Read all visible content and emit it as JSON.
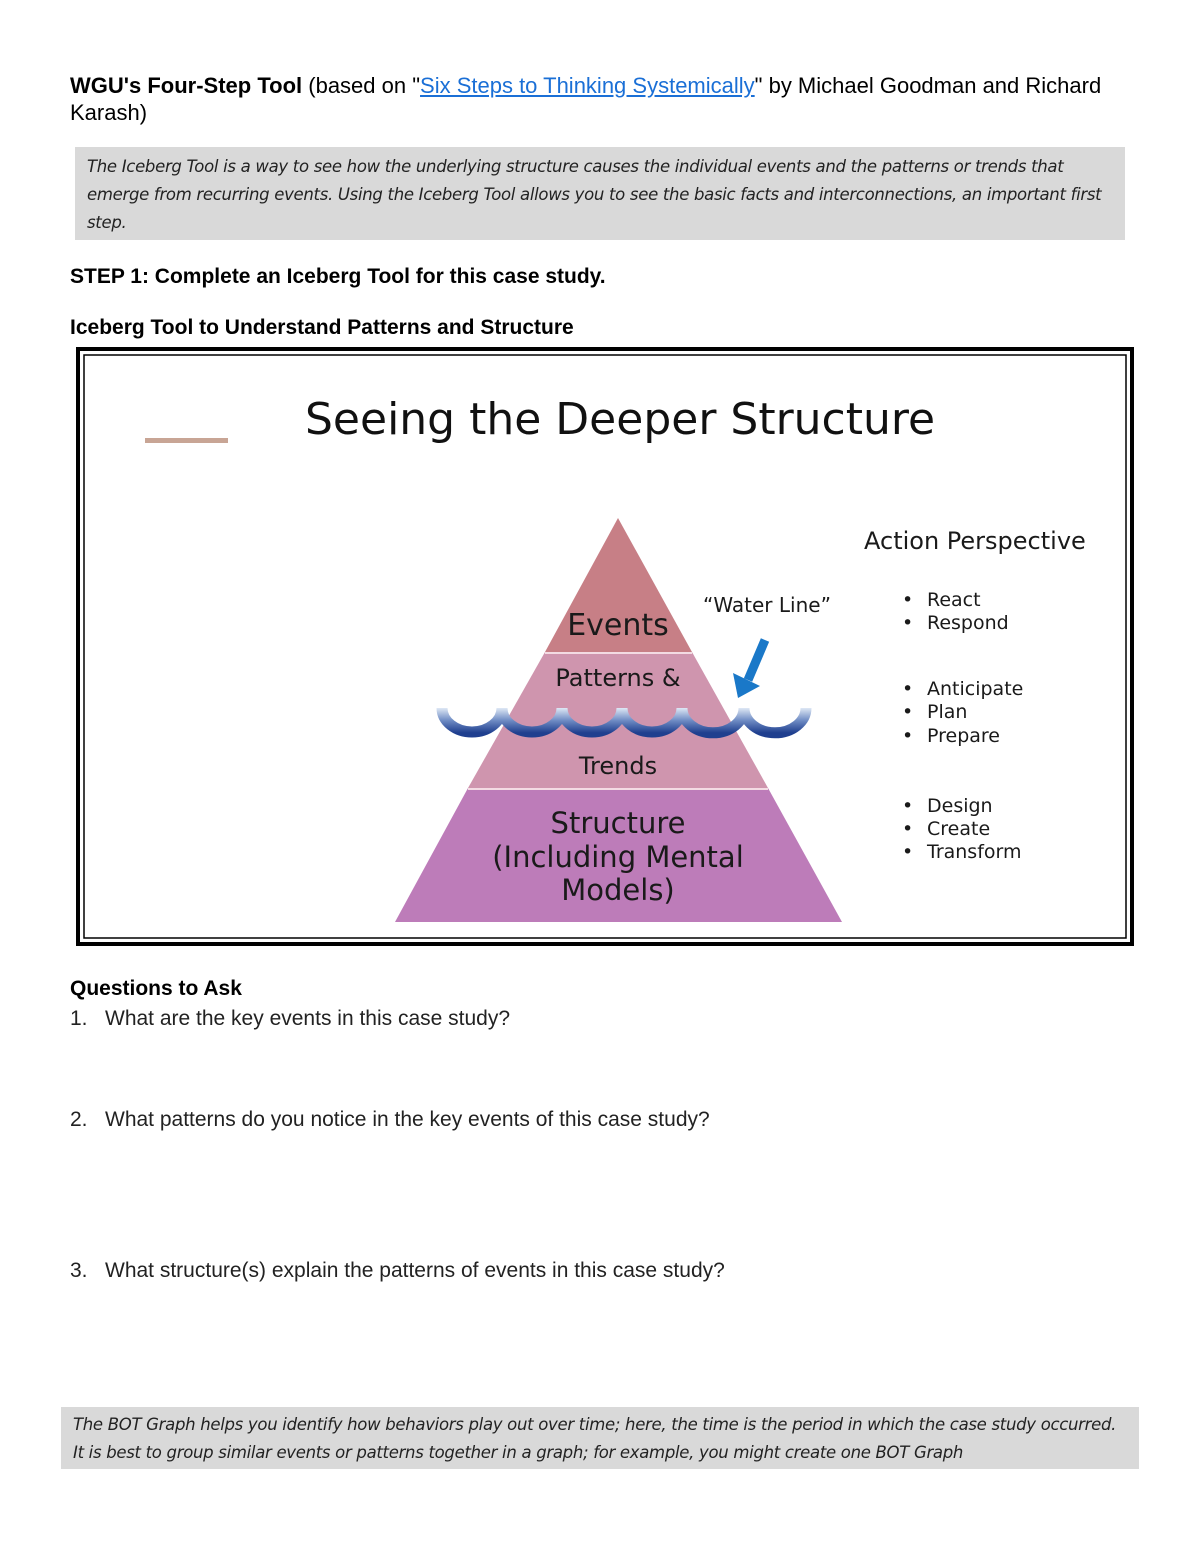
{
  "header": {
    "title_bold": "WGU's Four-Step Tool",
    "pre_link": " (based on \"",
    "link_text": "Six Steps to Thinking Systemically",
    "post_link": "\" by Michael Goodman and Richard Karash)"
  },
  "intro_note": "The Iceberg Tool is a way to see how the underlying structure causes the individual events and the patterns or trends that emerge from recurring events. Using the Iceberg Tool allows you to see the basic facts and interconnections, an important first step.",
  "step1": "STEP 1: Complete an Iceberg Tool for this case study.",
  "iceberg_heading": "Iceberg Tool to Understand Patterns and Structure",
  "figure": {
    "title": "Seeing the Deeper Structure",
    "levels": {
      "events": "Events",
      "patterns": "Patterns &",
      "trends": "Trends",
      "structure_1": "Structure",
      "structure_2": "(Including Mental",
      "structure_3": "Models)"
    },
    "water_line": "“Water Line”",
    "action_title": "Action Perspective",
    "actions": [
      [
        "React",
        "Respond"
      ],
      [
        "Anticipate",
        "Plan",
        "Prepare"
      ],
      [
        "Design",
        "Create",
        "Transform"
      ]
    ],
    "colors": {
      "events": "#c77f86",
      "patterns": "#cf95ae",
      "structure": "#bd7cb9",
      "water": "#1f3f8f",
      "arrow": "#1a78c8"
    }
  },
  "questions_heading": "Questions to Ask",
  "questions": [
    {
      "num": "1.",
      "text": "What are the key events in this case study?"
    },
    {
      "num": "2.",
      "text": "What patterns do you notice in the key events of this case study?"
    },
    {
      "num": "3.",
      "text": "What structure(s) explain the patterns of events in this case study?"
    }
  ],
  "bot_note": "The BOT Graph helps you identify how behaviors play out over time; here, the time is the period in which the case study occurred. It is best to group similar events or patterns together in a graph; for example, you might create one BOT Graph"
}
